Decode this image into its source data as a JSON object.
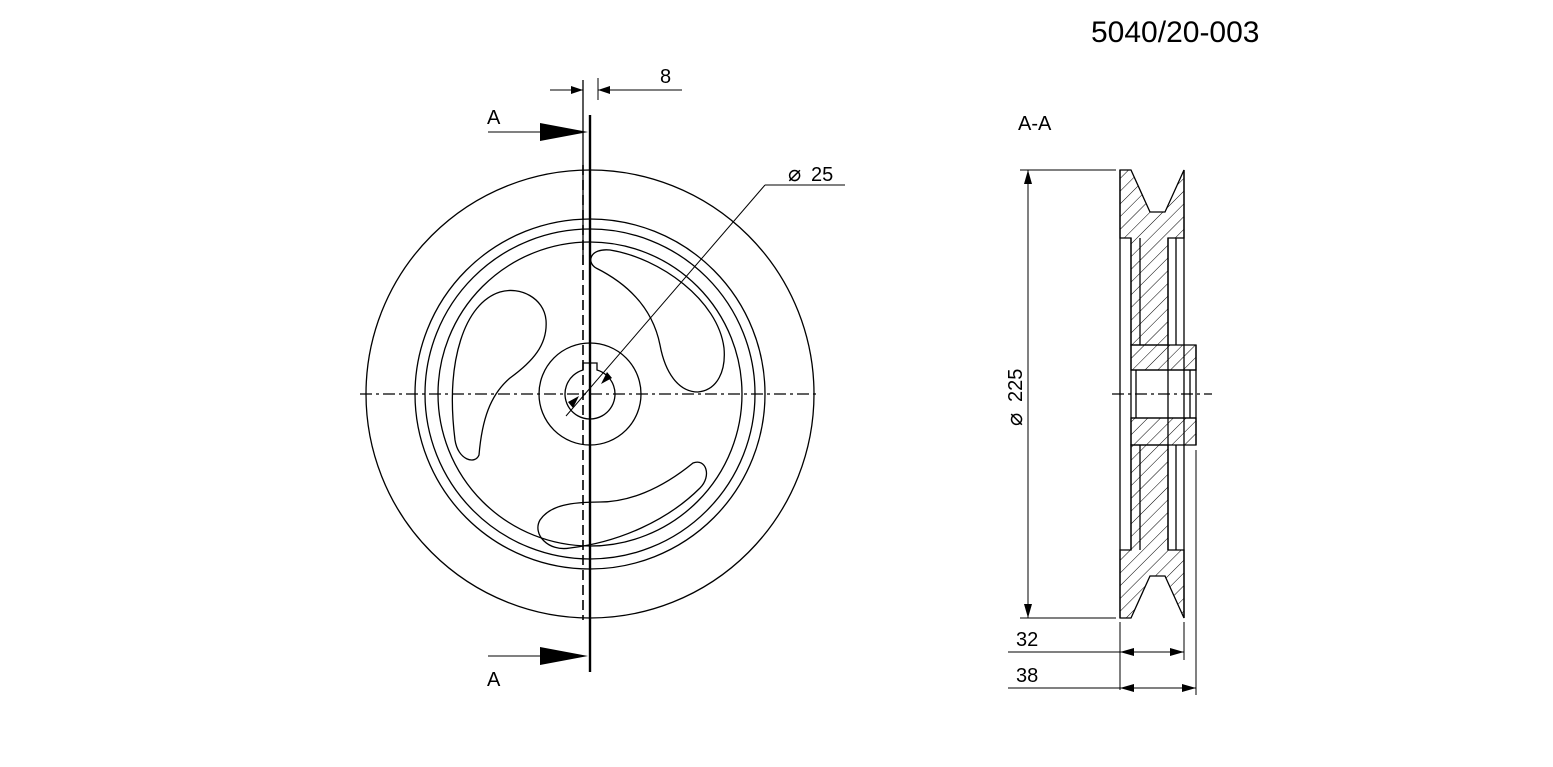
{
  "drawing_number": "5040/20-003",
  "section_view_label": "A-A",
  "cutting_plane": {
    "top_label": "A",
    "bottom_label": "A"
  },
  "dimensions": {
    "offset": "8",
    "bore_symbol": "⌀",
    "bore_diameter": "25",
    "outer_symbol": "⌀",
    "outer_diameter": "225",
    "groove_width": "32",
    "hub_width": "38"
  }
}
